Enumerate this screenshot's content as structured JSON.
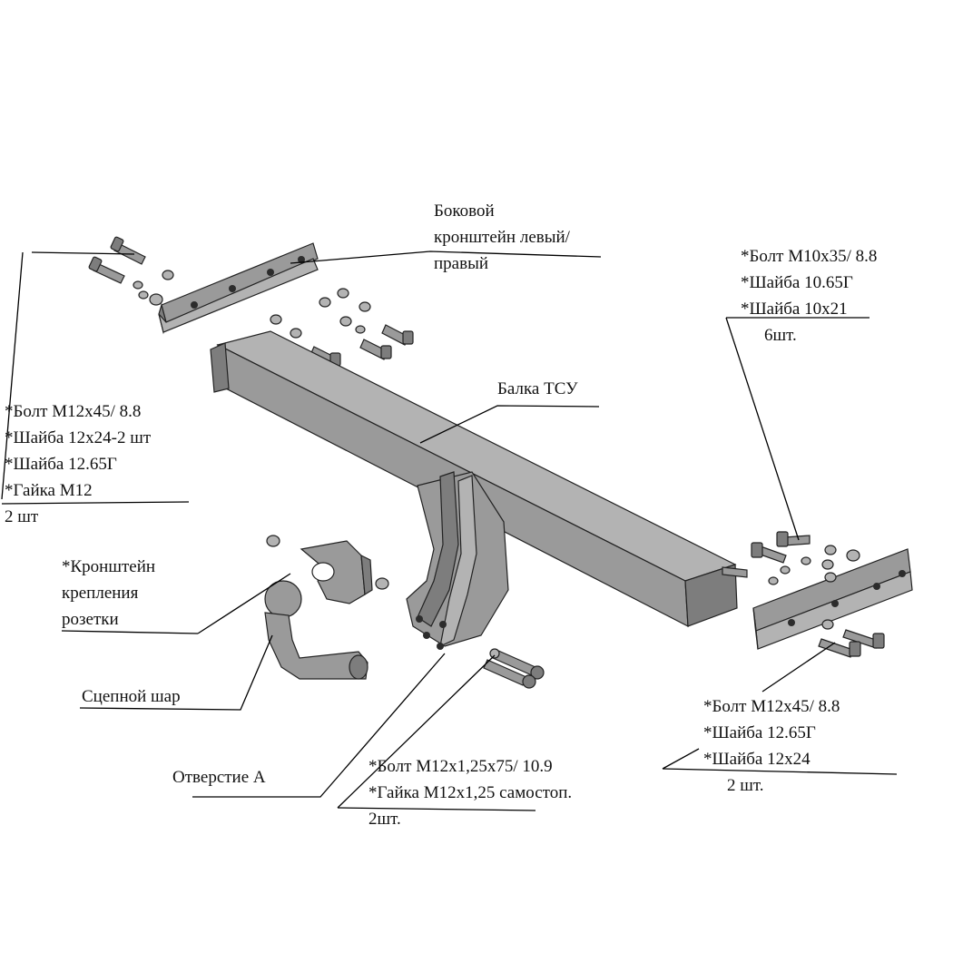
{
  "labels": {
    "side_bracket": [
      "Боковой",
      "кронштейн левый/",
      "правый"
    ],
    "right_top_fasteners": [
      "*Болт М10х35/ 8.8",
      "*Шайба 10.65Г",
      "*Шайба 10х21",
      "6шт."
    ],
    "beam": "Балка ТСУ",
    "left_fasteners": [
      "*Болт М12х45/ 8.8",
      "*Шайба 12х24-2 шт",
      "*Шайба 12.65Г",
      "*Гайка М12",
      "2 шт"
    ],
    "socket_bracket": [
      "*Кронштейн",
      "крепления",
      "розетки"
    ],
    "ball": "Сцепной шар",
    "hole_a": "Отверстие  А",
    "center_fasteners": [
      "*Болт М12х1,25х75/ 10.9",
      "*Гайка М12х1,25 самостоп.",
      "2шт."
    ],
    "right_bottom_fasteners": [
      "*Болт М12х45/ 8.8",
      "*Шайба 12.65Г",
      "*Шайба 12х24",
      "2 шт."
    ]
  },
  "colors": {
    "part_fill": "#9a9a9a",
    "part_dark": "#7d7d7d",
    "part_light": "#b3b3b3",
    "line": "#000000"
  }
}
